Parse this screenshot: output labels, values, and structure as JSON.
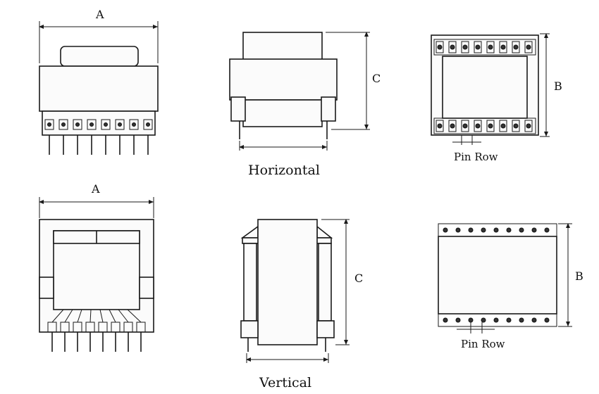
{
  "labels": {
    "dim_a_top": "A",
    "dim_c_top": "C",
    "dim_b_top": "B",
    "pin_row_top": "Pin Row",
    "caption_horizontal": "Horizontal",
    "dim_a_bottom": "A",
    "dim_c_bottom": "C",
    "dim_b_bottom": "B",
    "pin_row_bottom": "Pin Row",
    "caption_vertical": "Vertical"
  },
  "colors": {
    "ink": "#1a1a1a",
    "background": "#ffffff"
  }
}
